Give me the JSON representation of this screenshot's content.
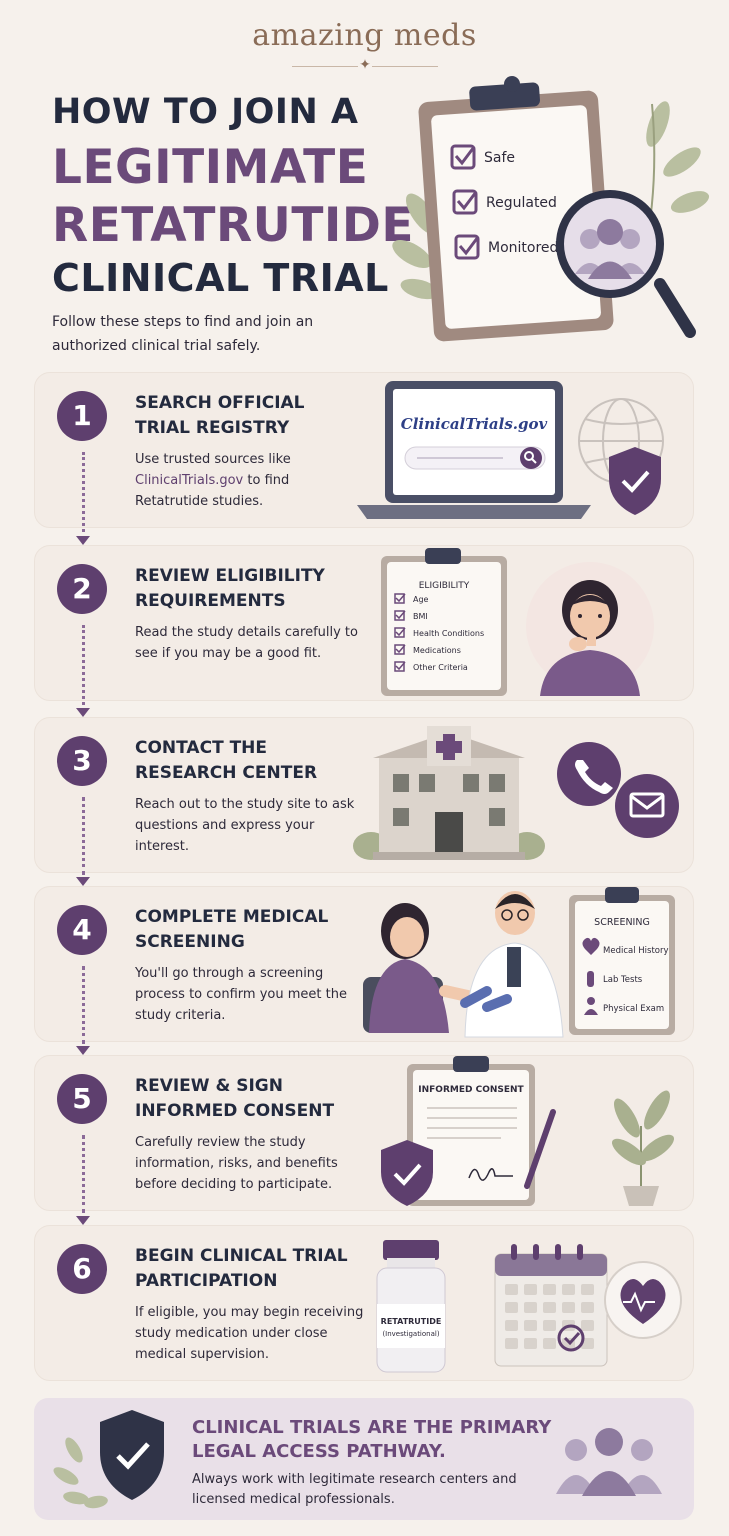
{
  "brand": "amazing meds",
  "hero": {
    "line1": "HOW TO JOIN A",
    "line2": "LEGITIMATE",
    "line3": "RETATRUTIDE",
    "line4": "CLINICAL TRIAL",
    "intro": "Follow these steps to find and join an authorized clinical trial safely.",
    "clipboard_items": [
      "Safe",
      "Regulated",
      "Monitored"
    ]
  },
  "steps": [
    {
      "number": "1",
      "title": "SEARCH OFFICIAL TRIAL REGISTRY",
      "desc_before": "Use trusted sources like ",
      "desc_link": "ClinicalTrials.gov",
      "desc_after": " to find Retatrutide studies.",
      "screen_label": "ClinicalTrials.gov"
    },
    {
      "number": "2",
      "title": "REVIEW ELIGIBILITY REQUIREMENTS",
      "desc": "Read the study details carefully to see if you may be a good fit.",
      "board_title": "ELIGIBILITY",
      "board_items": [
        "Age",
        "BMI",
        "Health Conditions",
        "Medications",
        "Other Criteria"
      ]
    },
    {
      "number": "3",
      "title": "CONTACT THE RESEARCH CENTER",
      "desc": "Reach out to the study site to ask questions and express your interest."
    },
    {
      "number": "4",
      "title": "COMPLETE MEDICAL SCREENING",
      "desc": "You'll go through a screening process to confirm you meet the study criteria.",
      "board_title": "SCREENING",
      "board_items": [
        "Medical History",
        "Lab Tests",
        "Physical Exam"
      ]
    },
    {
      "number": "5",
      "title": "REVIEW & SIGN INFORMED CONSENT",
      "desc": "Carefully review the study information, risks, and benefits before deciding to participate.",
      "doc_title": "INFORMED CONSENT"
    },
    {
      "number": "6",
      "title": "BEGIN CLINICAL TRIAL PARTICIPATION",
      "desc": "If eligible, you may begin receiving study medication under close medical supervision.",
      "vial_label": "RETATRUTIDE",
      "vial_sub": "(Investigational)"
    }
  ],
  "banner": {
    "title": "CLINICAL TRIALS ARE THE PRIMARY LEGAL ACCESS PATHWAY.",
    "desc": "Always work with legitimate research centers and licensed medical professionals."
  },
  "colors": {
    "purple": "#5e3f6e",
    "navy": "#232a3e",
    "background": "#f6f1ec",
    "card": "#f3ece6"
  }
}
